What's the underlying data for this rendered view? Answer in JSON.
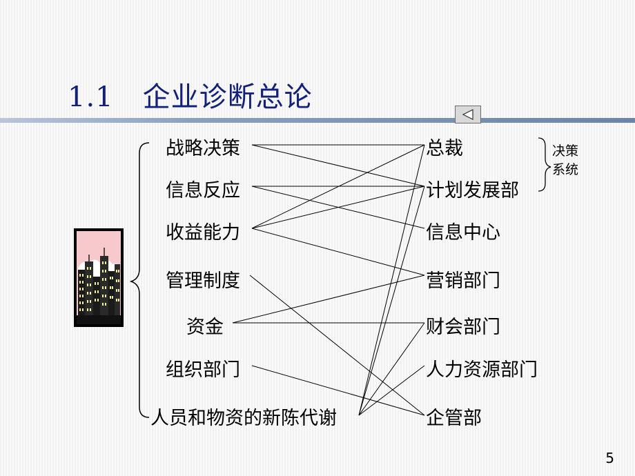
{
  "slide": {
    "number": "1.1",
    "title": "企业诊断总论",
    "page": "5"
  },
  "nav": {
    "back_icon": "triangle-left-icon"
  },
  "left_items": [
    "战略决策",
    "信息反应",
    "收益能力",
    "管理制度",
    "资金",
    "组织部门",
    "人员和物资的新陈代谢"
  ],
  "right_items": [
    "总裁",
    "计划发展部",
    "信息中心",
    "营销部门",
    "财会部门",
    "人力资源部门",
    "企管部"
  ],
  "bracket_note": {
    "line1": "决策",
    "line2": "系统"
  },
  "connections": [
    [
      0,
      0
    ],
    [
      0,
      1
    ],
    [
      1,
      1
    ],
    [
      1,
      2
    ],
    [
      2,
      0
    ],
    [
      2,
      1
    ],
    [
      2,
      3
    ],
    [
      3,
      6
    ],
    [
      4,
      3
    ],
    [
      4,
      4
    ],
    [
      5,
      6
    ],
    [
      6,
      0
    ],
    [
      6,
      1
    ],
    [
      6,
      4
    ],
    [
      6,
      5
    ]
  ],
  "colors": {
    "title": "#12207a",
    "rule": "#7b90b6",
    "picture_sky": "#f7c9cc"
  }
}
